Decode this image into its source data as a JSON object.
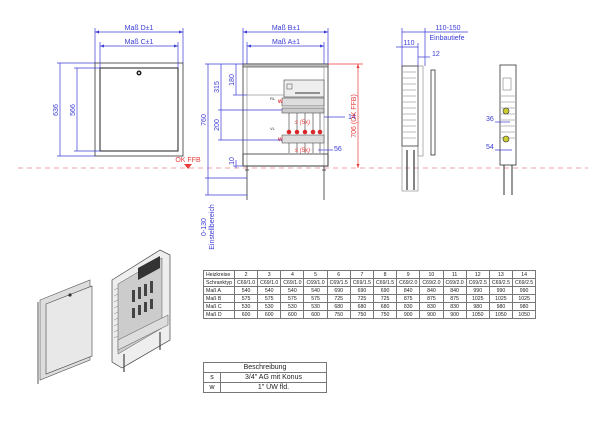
{
  "front_view": {
    "dim_outer_width": "Maß D±1",
    "dim_inner_width": "Maß C±1",
    "dim_outer_height": "636",
    "dim_inner_height": "566"
  },
  "open_view": {
    "dim_outer_width": "Maß B±1",
    "dim_inner_width": "Maß A±1",
    "dim_total_height": "760",
    "dim_315": "315",
    "dim_180": "180",
    "dim_200": "200",
    "dim_10": "10",
    "dim_adjust": "0-130",
    "adjust_label": "Einstellbereich",
    "dim_14": "14",
    "dim_56": "56",
    "s_label": "s (5x)",
    "w_label": "w",
    "rl_label": "RL",
    "vl_label": "VL",
    "ok_height": "706 (OK FFB)",
    "floor_label": "OK FFB"
  },
  "side_view": {
    "dim_depth": "110-150",
    "depth_label": "Einbautiefe",
    "dim_110": "110",
    "dim_12": "12"
  },
  "section_view": {
    "dim_36": "36",
    "dim_54": "54"
  },
  "colors": {
    "dimension": "#3b3bd6",
    "floor": "#e83c3c",
    "valve": "#d82a2a"
  },
  "spec_table": {
    "header": [
      "Heizkreise",
      "2",
      "3",
      "4",
      "5",
      "6",
      "7",
      "8",
      "9",
      "10",
      "11",
      "12",
      "13",
      "14"
    ],
    "rows": [
      [
        "Schranktyp",
        "C69/1.0",
        "C69/1.0",
        "C69/1.0",
        "C69/1.0",
        "C69/1.5",
        "C69/1.5",
        "C69/1.5",
        "C69/2.0",
        "C69/2.0",
        "C69/2.0",
        "C69/2.5",
        "C69/2.5",
        "C69/2.5"
      ],
      [
        "Maß A",
        "540",
        "540",
        "540",
        "540",
        "690",
        "690",
        "690",
        "840",
        "840",
        "840",
        "990",
        "990",
        "990"
      ],
      [
        "Maß B",
        "575",
        "575",
        "575",
        "575",
        "725",
        "725",
        "725",
        "875",
        "875",
        "875",
        "1025",
        "1025",
        "1025"
      ],
      [
        "Maß C",
        "530",
        "530",
        "530",
        "530",
        "680",
        "680",
        "680",
        "830",
        "830",
        "830",
        "980",
        "980",
        "980"
      ],
      [
        "Maß D",
        "600",
        "600",
        "600",
        "600",
        "750",
        "750",
        "750",
        "900",
        "900",
        "900",
        "1050",
        "1050",
        "1050"
      ]
    ]
  },
  "desc_table": {
    "title": "Beschreibung",
    "rows": [
      {
        "key": "s",
        "value": "3/4\" AG mit Konus"
      },
      {
        "key": "w",
        "value": "1\" ÜW fld."
      }
    ]
  }
}
